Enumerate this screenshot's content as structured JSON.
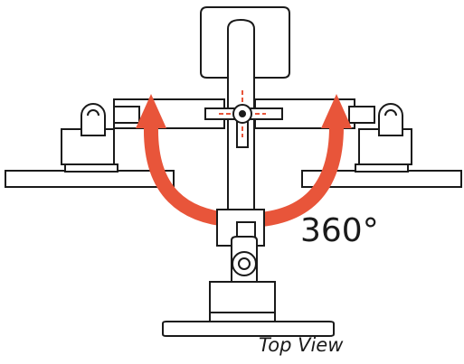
{
  "diagram": {
    "rotation_label": "360°",
    "caption": "Top View",
    "colors": {
      "line": "#1a1a1a",
      "arrow": "#e8553a",
      "crosshair": "#e8553a",
      "fill": "#ffffff"
    },
    "parts": [
      "monitor-mount-plate",
      "center-post",
      "swivel-arm-left",
      "swivel-arm-right",
      "clamp-base",
      "rotation-arrow",
      "pivot-crosshair"
    ]
  }
}
